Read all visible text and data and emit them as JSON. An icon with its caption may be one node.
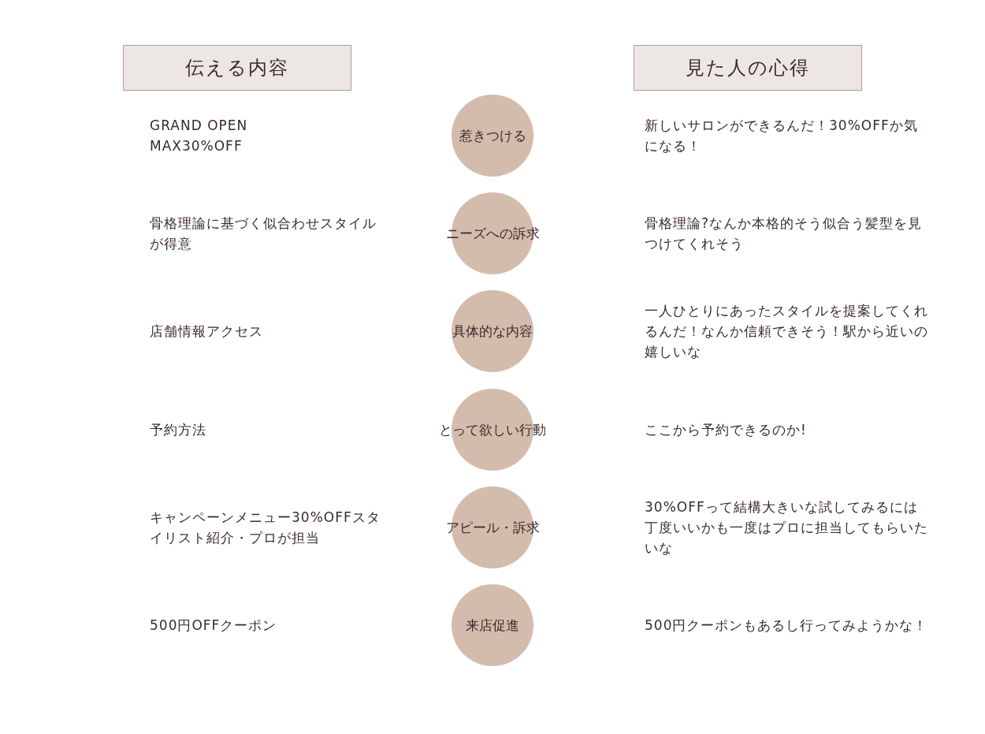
{
  "diagram": {
    "nodes": [
      {
        "text": [
          "伝える内容"
        ]
      },
      {
        "text": [
          "見た人の心得"
        ]
      },
      {
        "text": [
          "惹きつける"
        ]
      },
      {
        "text": [
          "ニーズへの訴求"
        ]
      },
      {
        "text": [
          "具体的な内容"
        ]
      },
      {
        "text": [
          "とって欲しい行動"
        ]
      },
      {
        "text": [
          "アピール・訴求"
        ]
      },
      {
        "text": [
          "来店促進"
        ]
      }
    ],
    "labels": [
      "GRAND OPEN MAX30%OFF",
      "新しいサロンができるんだ！30%OFFか気になる！",
      "骨格理論に基づく似合わせスタイルが得意",
      "骨格理論?なんか本格的そう似合う髪型を見つけてくれそう",
      "店舗情報アクセス",
      "一人ひとりにあったスタイルを提案してくれるんだ！なんか信頼できそう！駅から近いの嬉しいな",
      "予約方法",
      "ここから予約できるのか!",
      "キャンペーンメニュー30%OFFスタイリスト紹介・プロが担当",
      "30%OFFって結構大きいな試してみるには丁度いいかも一度はプロに担当してもらいたいな",
      "500円OFFクーポン",
      "500円クーポンもあるし行ってみようかな！"
    ]
  }
}
